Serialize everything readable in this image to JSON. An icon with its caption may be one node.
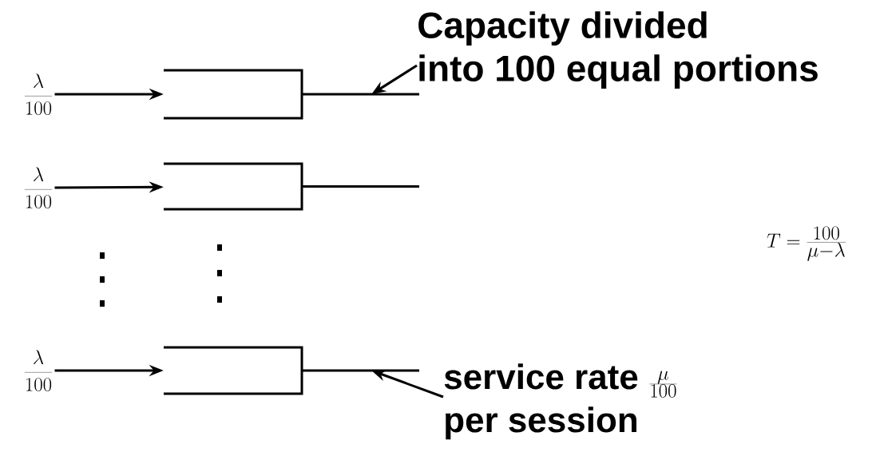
{
  "diagram": {
    "nodes": [
      {
        "text": [
          "\\frac{\\lambda}{100}"
        ]
      },
      {
        "text": [],
        "shape": "queue"
      },
      {
        "text": [
          "\\frac{\\lambda}{100}"
        ]
      },
      {
        "text": [],
        "shape": "queue"
      },
      {
        "text": [
          "\\frac{\\lambda}{100}"
        ]
      },
      {
        "text": [],
        "shape": "queue"
      },
      {
        "text": [
          "Capacity divided into 100 equal portions"
        ]
      },
      {
        "text": [
          "service rate",
          "\\frac{\\mu}{100}",
          "per session"
        ]
      }
    ],
    "edges": [
      {
        "from": 0,
        "to": 1,
        "arrow": "to"
      },
      {
        "from": 2,
        "to": 3,
        "arrow": "to"
      },
      {
        "from": 4,
        "to": 5,
        "arrow": "to"
      },
      {
        "from": 6,
        "to": 1,
        "arrow": "to"
      },
      {
        "from": 7,
        "to": 5,
        "arrow": "to"
      }
    ],
    "labels": [
      "T=\\frac{100}{\\mu-\\lambda}"
    ]
  }
}
